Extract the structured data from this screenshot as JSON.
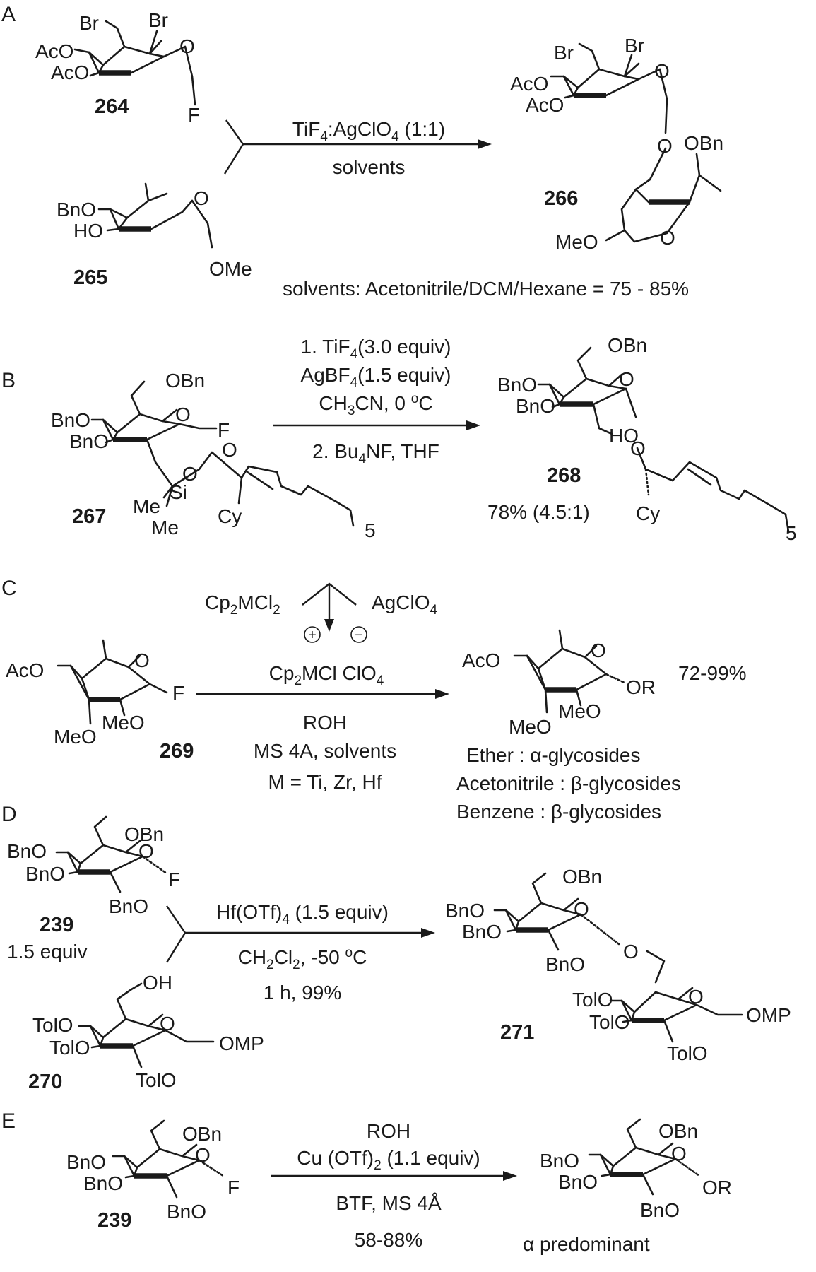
{
  "sections": [
    {
      "id": "A",
      "label": "A",
      "reactants": [
        {
          "number": "264",
          "groups": [
            "Br",
            "Br",
            "AcO",
            "AcO",
            "O",
            "F"
          ]
        },
        {
          "number": "265",
          "groups": [
            "BnO",
            "HO",
            "O",
            "OMe"
          ]
        }
      ],
      "conditions": {
        "reagent": [
          "TiF",
          "4",
          ":AgClO",
          "4",
          " (1:1)"
        ],
        "solvent": "solvents"
      },
      "product": {
        "number": "266",
        "groups": [
          "Br",
          "Br",
          "AcO",
          "AcO",
          "O",
          "O",
          "OBn",
          "MeO",
          "O"
        ]
      },
      "note": "solvents: Acetonitrile/DCM/Hexane = 75 - 85%"
    },
    {
      "id": "B",
      "label": "B",
      "reactant": {
        "number": "267",
        "groups": [
          "OBn",
          "BnO",
          "BnO",
          "O",
          "F",
          "O",
          "O",
          "Si",
          "Me",
          "Me",
          "Cy",
          "5"
        ]
      },
      "conditions": {
        "step1": [
          "1. TiF",
          "4",
          "(3.0 equiv)"
        ],
        "step1b": [
          "AgBF",
          "4",
          "(1.5 equiv)"
        ],
        "step1c": [
          "CH",
          "3",
          "CN, 0 ",
          "o",
          "C"
        ],
        "step2": [
          "2. Bu",
          "4",
          "NF,  THF"
        ]
      },
      "product": {
        "number": "268",
        "groups": [
          "OBn",
          "BnO",
          "BnO",
          "O",
          "HO",
          "O",
          "Cy",
          "5"
        ]
      },
      "yield": "78% (4.5:1)"
    },
    {
      "id": "C",
      "label": "C",
      "reactant": {
        "number": "269",
        "groups": [
          "AcO",
          "O",
          "F",
          "MeO",
          "MeO"
        ]
      },
      "catalyst": {
        "left": [
          "Cp",
          "2",
          "MCl",
          "2"
        ],
        "right": [
          "AgClO",
          "4"
        ],
        "plus": "+",
        "minus": "−",
        "active": [
          "Cp",
          "2",
          "MCl ClO",
          "4"
        ]
      },
      "conditions": [
        "ROH",
        "MS 4A, solvents",
        "M = Ti, Zr, Hf"
      ],
      "product": {
        "groups": [
          "AcO",
          "O",
          "MeO",
          "MeO",
          "OR"
        ]
      },
      "yield": "72-99%",
      "outcomes": [
        {
          "solvent": "Ether : ",
          "greek": "α",
          "result": "-glycosides"
        },
        {
          "solvent": "Acetonitrile : ",
          "greek": "β",
          "result": "-glycosides"
        },
        {
          "solvent": "Benzene : ",
          "greek": "β",
          "result": "-glycosides"
        }
      ]
    },
    {
      "id": "D",
      "label": "D",
      "donor": {
        "number": "239",
        "equiv": "1.5 equiv",
        "groups": [
          "OBn",
          "BnO",
          "BnO",
          "BnO",
          "O",
          "F"
        ]
      },
      "acceptor": {
        "number": "270",
        "groups": [
          "OH",
          "TolO",
          "TolO",
          "TolO",
          "O",
          "OMP"
        ]
      },
      "conditions": {
        "reagent": [
          "Hf(OTf)",
          "4",
          " (1.5 equiv)"
        ],
        "solvent": [
          "CH",
          "2",
          "Cl",
          "2",
          ", -50 ",
          "o",
          "C"
        ],
        "time": "1 h, 99%"
      },
      "product": {
        "number": "271",
        "groups": [
          "OBn",
          "BnO",
          "BnO",
          "BnO",
          "O",
          "O",
          "TolO",
          "TolO",
          "TolO",
          "O",
          "OMP"
        ]
      }
    },
    {
      "id": "E",
      "label": "E",
      "reactant": {
        "number": "239",
        "groups": [
          "OBn",
          "BnO",
          "BnO",
          "BnO",
          "O",
          "F"
        ]
      },
      "conditions": {
        "top": "ROH",
        "reagent": [
          "Cu (OTf)",
          "2",
          " (1.1 equiv)"
        ],
        "bottom1": "BTF, MS 4Å",
        "bottom2": "58-88%"
      },
      "product": {
        "groups": [
          "OBn",
          "BnO",
          "BnO",
          "BnO",
          "O",
          "OR"
        ]
      },
      "selectivity": "α predominant"
    }
  ]
}
